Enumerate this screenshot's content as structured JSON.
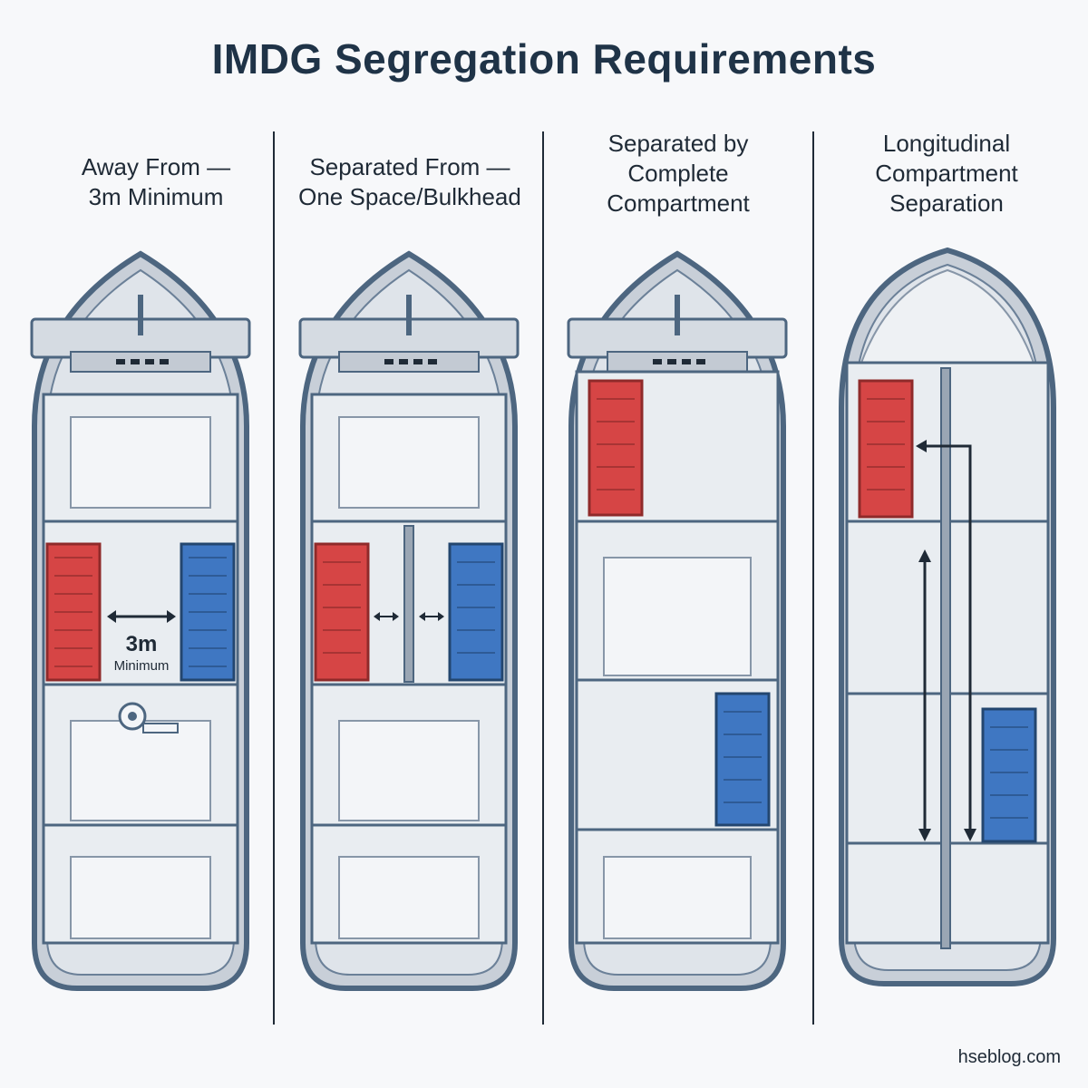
{
  "title": "IMDG Segregation Requirements",
  "panels": [
    {
      "label": "Away From —\n3m Minimum",
      "measure": "3m",
      "measure_note": "Minimum"
    },
    {
      "label": "Separated From —\nOne Space/Bulkhead"
    },
    {
      "label": "Separated by\nComplete\nCompartment"
    },
    {
      "label": "Longitudinal\nCompartment\nSeparation"
    }
  ],
  "credit": "hseblog.com",
  "colors": {
    "hull_outline": "#4d6680",
    "hull_fill": "#c8cfd8",
    "hold_fill": "#e4e8ed",
    "red_container": "#d64545",
    "blue_container": "#3f77c2",
    "ink": "#1f2a36"
  }
}
